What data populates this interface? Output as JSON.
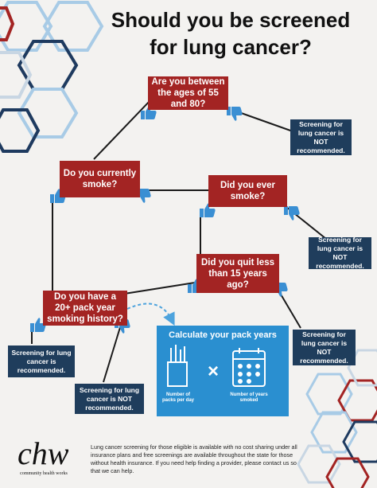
{
  "title": "Should you be screened for lung cancer?",
  "questions": {
    "age": "Are you between the ages of 55 and 80?",
    "smoke": "Do you currently smoke?",
    "ever": "Did you ever smoke?",
    "quit": "Did you quit less than 15 years ago?",
    "pack": "Do you have a 20+ pack year smoking history?"
  },
  "results": {
    "age_no": "Screening for lung cancer is NOT recommended.",
    "ever_no": "Screening for lung cancer is NOT recommended.",
    "quit_no": "Screening for lung cancer is NOT recommended.",
    "pack_yes": "Screening for lung cancer is recommended.",
    "pack_no": "Screening for lung cancer is NOT recommended."
  },
  "calculator": {
    "title": "Calculate your pack years",
    "label_left": "Number of packs per day",
    "label_right": "Number of years smoked",
    "operator": "×"
  },
  "footer": "Lung cancer screening for those eligible is available with no cost sharing under all insurance plans and free screenings are available throughout the state for those without health insurance. If you need help finding a provider, please contact us so that we can help.",
  "logo": {
    "mark": "chw",
    "tagline": "community health works"
  },
  "colors": {
    "question_bg": "#a32423",
    "result_bg": "#1f3d5c",
    "calc_bg": "#2a8fd0",
    "thumb": "#3a8fd3"
  }
}
